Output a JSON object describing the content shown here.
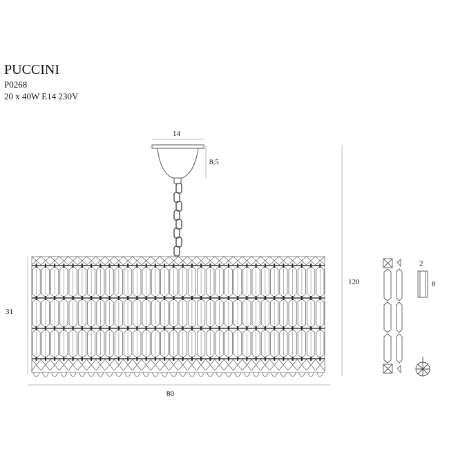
{
  "product": {
    "name": "PUCCINI",
    "code": "P0268",
    "spec": "20 x 40W E14 230V"
  },
  "dimensions": {
    "canopy_width": "14",
    "canopy_height": "8,5",
    "total_height": "120",
    "body_height": "31",
    "body_width": "80",
    "crystal_width": "2",
    "crystal_height": "8"
  },
  "colors": {
    "line": "#555555",
    "dim_line": "#bbbbbb"
  }
}
